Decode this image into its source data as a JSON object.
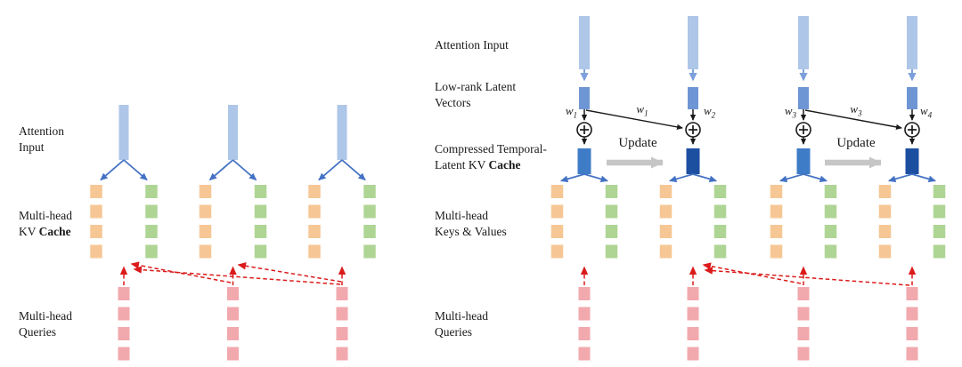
{
  "colors": {
    "background": "#ffffff",
    "attention_bar_light_blue": "#aec6e8",
    "latent_bar_blue": "#6e96d4",
    "cache_bar_blue": "#3f7cc8",
    "cache_bar_dark_blue": "#1d4fa1",
    "arrow_blue": "#4472c4",
    "arrow_light_blue": "#7ca0db",
    "key_orange": "#f6c795",
    "value_green": "#afd595",
    "query_pink": "#f2a9ae",
    "attend_arrow_red": "#db1b1b",
    "update_arrow_gray": "#c6c6c6",
    "text_ink": "#1a1a1a"
  },
  "left_panel": {
    "attention_input": {
      "line1": "Attention",
      "line2": "Input"
    },
    "kv_cache": {
      "line1": "Multi-head",
      "line2_regular": "KV ",
      "line2_bold": "Cache"
    },
    "queries": {
      "line1": "Multi-head",
      "line2": "Queries"
    }
  },
  "right_panel": {
    "attention_input": "Attention Input",
    "low_rank": {
      "line1": "Low-rank Latent",
      "line2": "Vectors"
    },
    "compressed_cache": {
      "line1": "Compressed Temporal-",
      "line2_regular": "Latent KV ",
      "line2_bold": "Cache"
    },
    "keys_values": {
      "line1": "Multi-head",
      "line2": "Keys & Values"
    },
    "queries": {
      "line1": "Multi-head",
      "line2": "Queries"
    },
    "update_label_1": "Update",
    "update_label_2": "Update",
    "weights": [
      {
        "base": "w",
        "sub": "1"
      },
      {
        "base": "w",
        "sub": "1"
      },
      {
        "base": "w",
        "sub": "2"
      },
      {
        "base": "w",
        "sub": "3"
      },
      {
        "base": "w",
        "sub": "3"
      },
      {
        "base": "w",
        "sub": "4"
      }
    ]
  }
}
